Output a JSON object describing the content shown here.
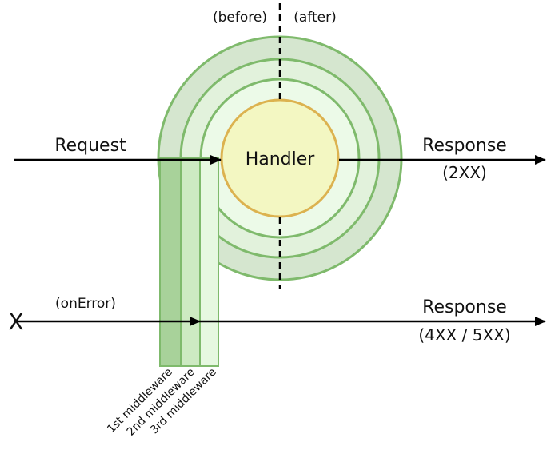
{
  "labels": {
    "before": "(before)",
    "after": "(after)",
    "request": "Request",
    "handler": "Handler",
    "response_ok": "Response",
    "response_ok_code": "(2XX)",
    "on_error": "(onError)",
    "response_err": "Response",
    "response_err_code": "(4XX / 5XX)",
    "error_mark": "X"
  },
  "middlewares": [
    {
      "label": "1st middleware"
    },
    {
      "label": "2nd middleware"
    },
    {
      "label": "3rd middleware"
    }
  ],
  "colors": {
    "ring_outer": "#d5e6cf",
    "ring_middle": "#e2f2dc",
    "ring_inner": "#ecfae8",
    "ring_core": "#f2fdef",
    "ring_stroke": "#7fba6c",
    "handler_fill": "#f3f7c2",
    "handler_stroke": "#dcb24f",
    "arrow": "#000000"
  }
}
